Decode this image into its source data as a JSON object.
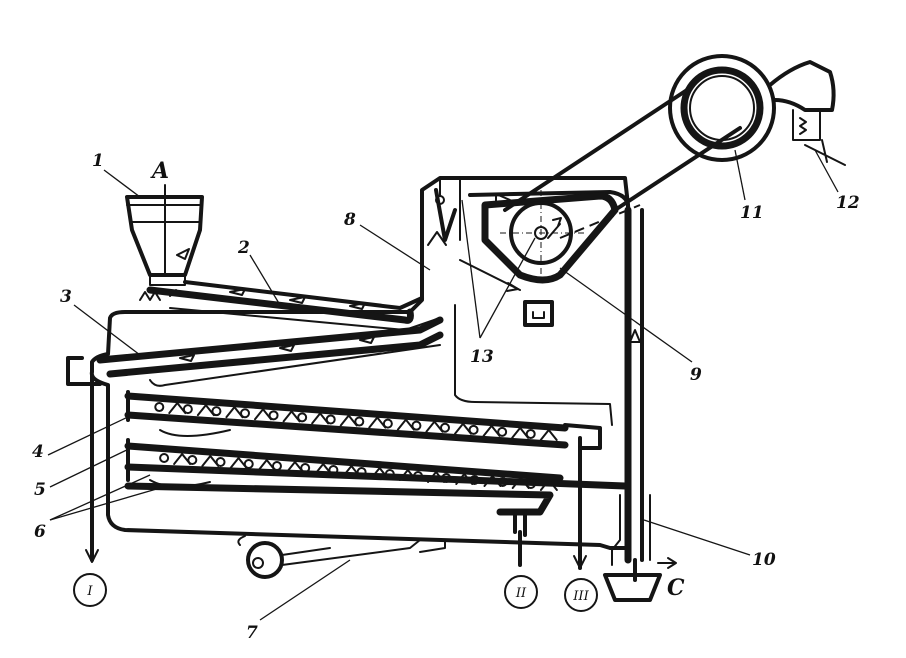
{
  "diagram": {
    "callouts": [
      {
        "id": "c1",
        "text": "1"
      },
      {
        "id": "c2",
        "text": "2"
      },
      {
        "id": "c3",
        "text": "3"
      },
      {
        "id": "c4",
        "text": "4"
      },
      {
        "id": "c5",
        "text": "5"
      },
      {
        "id": "c6",
        "text": "6"
      },
      {
        "id": "c7",
        "text": "7"
      },
      {
        "id": "c8",
        "text": "8"
      },
      {
        "id": "c9",
        "text": "9"
      },
      {
        "id": "c10",
        "text": "10"
      },
      {
        "id": "c11",
        "text": "11"
      },
      {
        "id": "c12",
        "text": "12"
      },
      {
        "id": "c13",
        "text": "13"
      }
    ],
    "inlet_label": "A",
    "outlet_label": "C",
    "fraction_outlets": [
      "I",
      "II",
      "III"
    ]
  }
}
